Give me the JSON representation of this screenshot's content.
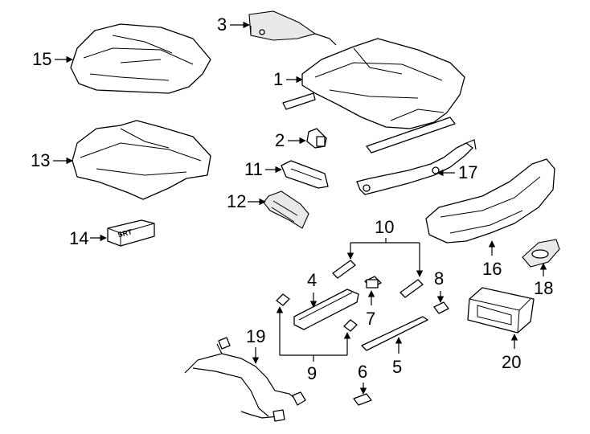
{
  "callouts": {
    "c1": "1",
    "c2": "2",
    "c3": "3",
    "c4": "4",
    "c5": "5",
    "c6": "6",
    "c7": "7",
    "c8": "8",
    "c9": "9",
    "c10": "10",
    "c11": "11",
    "c12": "12",
    "c13": "13",
    "c14": "14",
    "c15": "15",
    "c16": "16",
    "c17": "17",
    "c18": "18",
    "c19": "19",
    "c20": "20"
  },
  "part_14_marking": "SRT",
  "colors": {
    "line": "#000000",
    "background": "#ffffff"
  }
}
